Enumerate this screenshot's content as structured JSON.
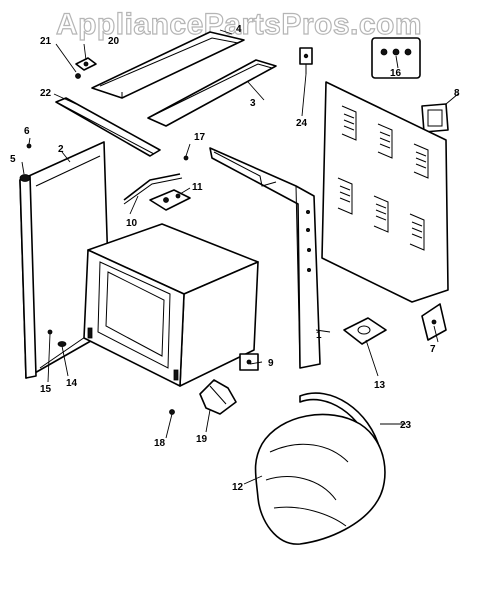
{
  "watermark": "AppliancePartsPros.com",
  "colors": {
    "line": "#000000",
    "background": "#ffffff",
    "watermark_outline": "#b5b5b5"
  },
  "callouts": [
    "1",
    "2",
    "3",
    "4",
    "5",
    "6",
    "7",
    "8",
    "9",
    "10",
    "11",
    "12",
    "13",
    "14",
    "15",
    "16",
    "17",
    "18",
    "19",
    "20",
    "21",
    "22",
    "23",
    "24"
  ]
}
